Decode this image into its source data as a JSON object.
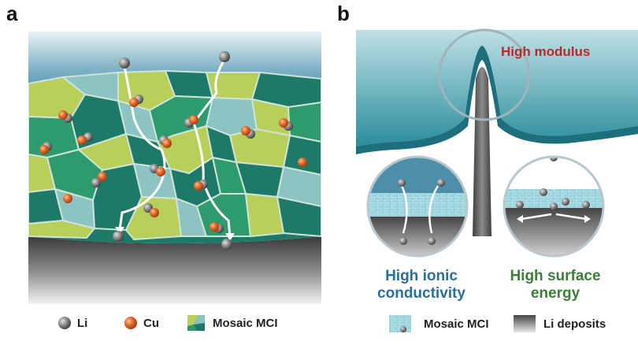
{
  "panel_a": {
    "label": "a",
    "legend": {
      "li": "Li",
      "cu": "Cu",
      "mosaic": "Mosaic MCI"
    }
  },
  "panel_b": {
    "label": "b",
    "high_modulus": "High modulus",
    "high_ionic_line1": "High ionic",
    "high_ionic_line2": "conductivity",
    "high_surface_line1": "High surface",
    "high_surface_line2": "energy",
    "legend": {
      "mosaic": "Mosaic MCI",
      "li_deposits": "Li deposits"
    }
  },
  "colors": {
    "green_dark": "#1e7a68",
    "green_mid": "#2e9b6c",
    "green_light": "#b8cf5a",
    "teal_light": "#8bc4c2",
    "cu": "#e0662a",
    "li": "#808080",
    "modulus_red": "#c0272d",
    "ionic_blue": "#2a6f9a",
    "surface_green": "#3d7d3a"
  }
}
